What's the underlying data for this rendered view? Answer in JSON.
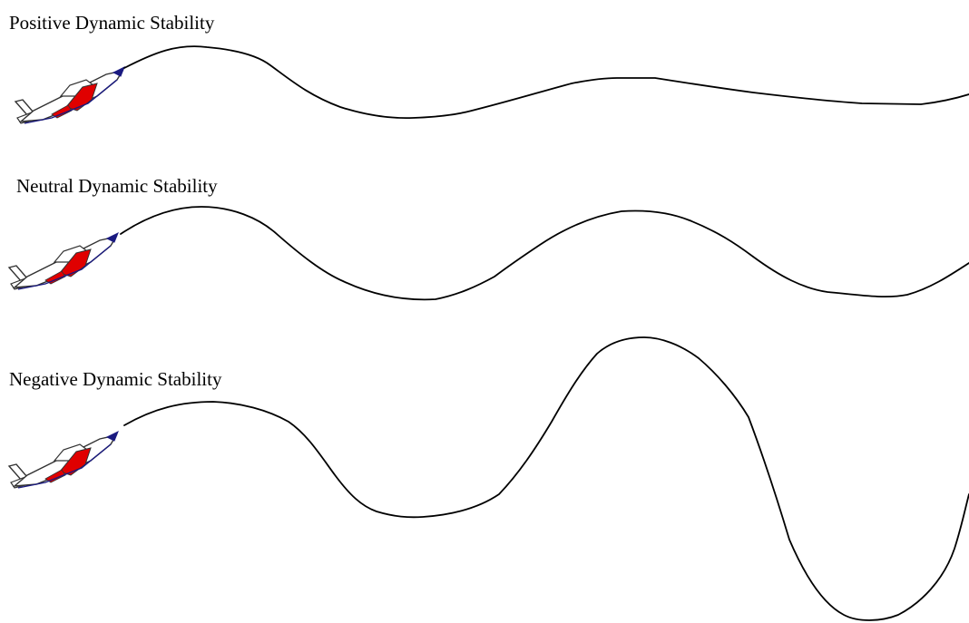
{
  "labels": {
    "positive": "Positive Dynamic Stability",
    "neutral": "Neutral Dynamic Stability",
    "negative": "Negative Dynamic Stability"
  },
  "colors": {
    "line": "#000000",
    "plane_body": "#ffffff",
    "plane_accent": "#e00000",
    "plane_outline": "#333333",
    "plane_nose": "#1a1a80"
  }
}
